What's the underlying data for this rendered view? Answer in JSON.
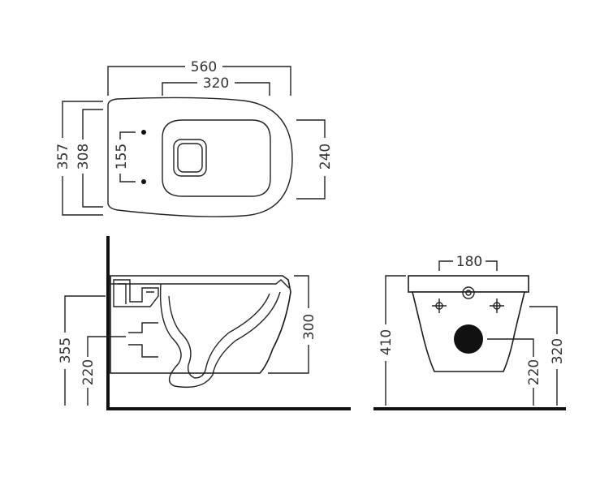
{
  "colors": {
    "line": "#222222",
    "background": "#ffffff",
    "fill_dark": "#111111"
  },
  "top_view": {
    "dims": {
      "overall_length": "560",
      "bowl_length": "320",
      "overall_width": "357",
      "seat_width": "308",
      "fixing_spacing": "155",
      "bowl_width": "240"
    }
  },
  "side_view": {
    "dims": {
      "rim_height": "355",
      "outlet_height": "220",
      "body_height": "300"
    }
  },
  "front_view": {
    "dims": {
      "bolt_spacing": "180",
      "total_height": "410",
      "outlet_height": "220",
      "inlet_height": "320"
    }
  }
}
